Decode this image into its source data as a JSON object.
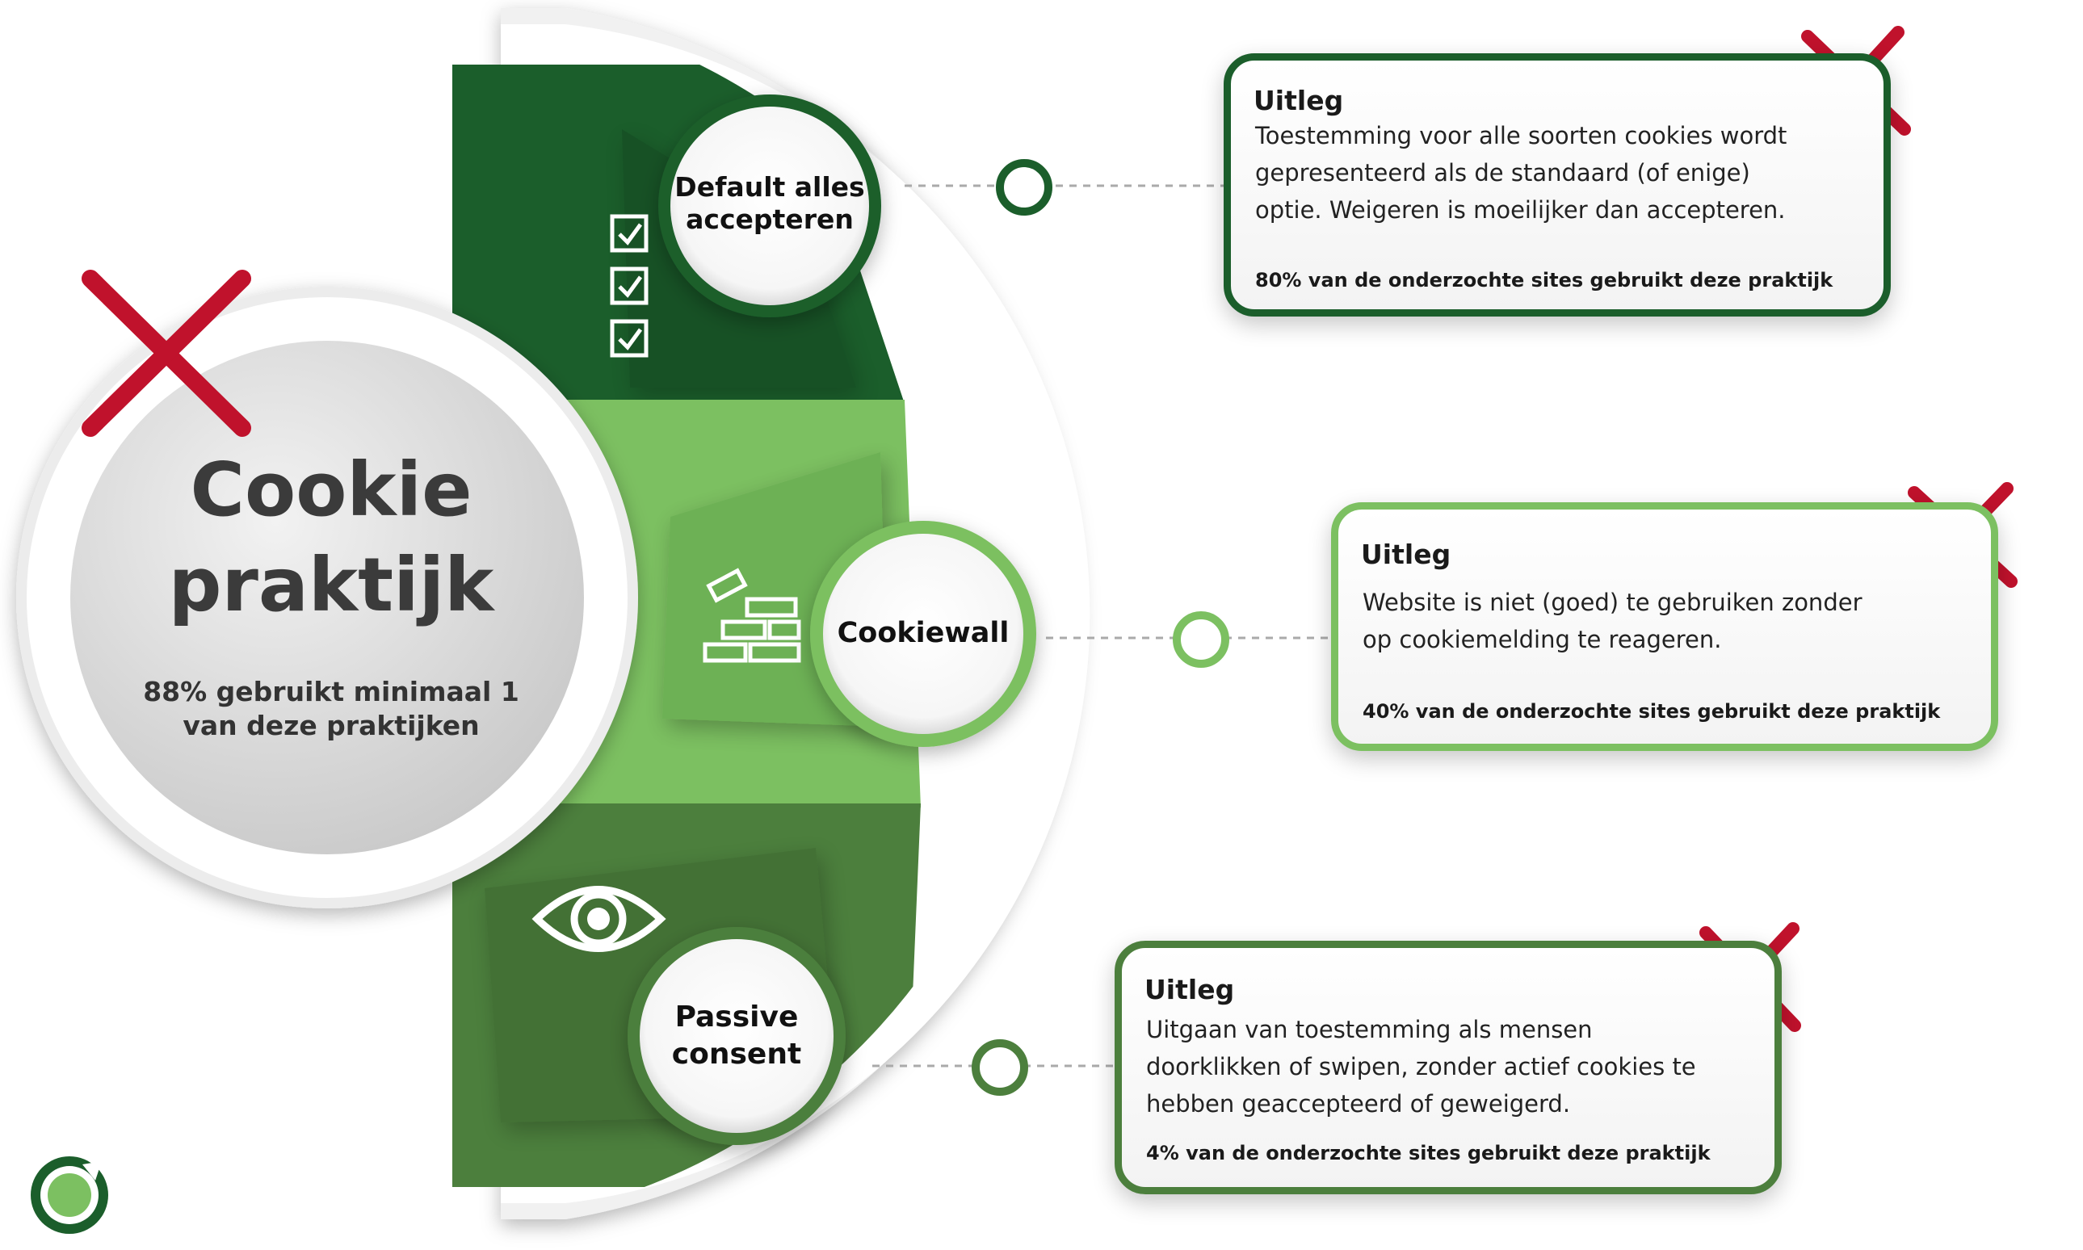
{
  "center": {
    "title": "Cookie\npraktijk",
    "subtitle": "88%  gebruikt minimaal 1\nvan deze praktijken"
  },
  "practices": [
    {
      "label": "Default alles\naccepteren",
      "icon": "checklist-icon",
      "box_title": "Uitleg",
      "box_text": "Toestemming voor alle soorten cookies wordt\ngepresenteerd als de standaard (of enige)\noptie. Weigeren is moeilijker dan accepteren.",
      "stat": "80% van de onderzochte sites gebruikt deze praktijk"
    },
    {
      "label": "Cookiewall",
      "icon": "brick-wall-icon",
      "box_title": "Uitleg",
      "box_text": "Website is niet (goed) te gebruiken zonder\nop cookiemelding te reageren.",
      "stat": "40% van de onderzochte sites gebruikt deze praktijk"
    },
    {
      "label": "Passive\nconsent",
      "icon": "eye-icon",
      "box_title": "Uitleg",
      "box_text": "Uitgaan van toestemming als mensen\ndoorklikken of swipen, zonder actief cookies te\nhebben geaccepteerd of geweigerd.",
      "stat": "4% van de onderzochte sites gebruikt deze praktijk"
    }
  ],
  "colors": {
    "dark_green": "#1b5e2b",
    "light_green": "#7cc061",
    "mid_green": "#4c7f3d",
    "cross_red": "#c0122c",
    "text_gray": "#3b3b3b"
  },
  "logo": "company-logo-icon"
}
